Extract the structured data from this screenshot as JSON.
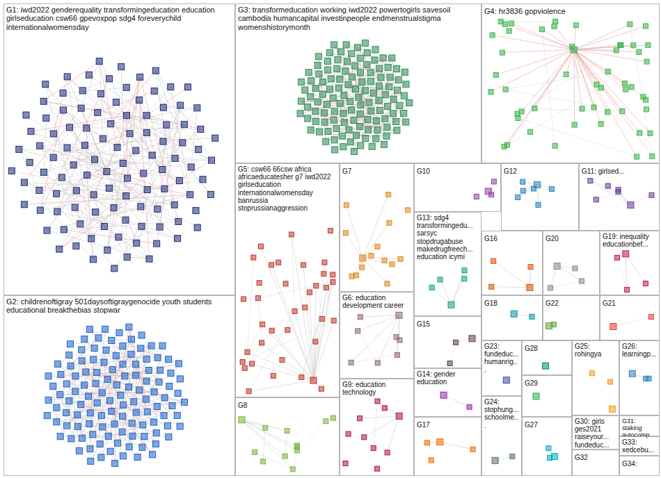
{
  "diagram": {
    "nodes": [
      {
        "text": [
          "G1: iwd2022 genderequality transformingeducation education girlseducation csw66 gpevoxpop sdg4 foreverychild internationalwomensday"
        ]
      },
      {
        "text": [
          "G3: transformeducation working iwd2022 powertogirls savesoil cambodia humancapital investinpeople endmenstrualstigma womenshistorymonth"
        ]
      },
      {
        "text": [
          "G4: hr3836 gopviolence"
        ]
      },
      {
        "text": [
          "G5: csw66 66csw africa africaeducatesher g7 iwd2022 girlseducation internationalwomensday banrussia stoprussianaggression"
        ]
      },
      {
        "text": [
          "G7"
        ]
      },
      {
        "text": [
          "G10"
        ]
      },
      {
        "text": [
          "G12"
        ]
      },
      {
        "text": [
          "G11: girlsed..."
        ]
      },
      {
        "text": [
          "G13: sdg4 transformingedu... sarsyc stopdrugabuse makedrugfreech... education icymi"
        ]
      },
      {
        "text": [
          "G16"
        ]
      },
      {
        "text": [
          "G20"
        ]
      },
      {
        "text": [
          "G19: inequality educationbef..."
        ]
      },
      {
        "text": [
          "G6: education development career"
        ]
      },
      {
        "text": [
          "G18"
        ]
      },
      {
        "text": [
          "G22"
        ]
      },
      {
        "text": [
          "G21"
        ]
      },
      {
        "text": [
          "G2: childrenoftigray 501daysoftigraygenocide youth students educational breakthebias stopwar"
        ]
      },
      {
        "text": [
          "G15"
        ]
      },
      {
        "text": [
          "G23: fundeduc... humanrig..."
        ]
      },
      {
        "text": [
          "G28"
        ]
      },
      {
        "text": [
          "G25: rohingya"
        ]
      },
      {
        "text": [
          "G26: learningp..."
        ]
      },
      {
        "text": [
          "G14: gender education"
        ]
      },
      {
        "text": [
          "G29"
        ]
      },
      {
        "text": [
          "G9: education technology"
        ]
      },
      {
        "text": [
          "G24: stophung... schoolme..."
        ]
      },
      {
        "text": [
          "G8"
        ]
      },
      {
        "text": [
          "G17"
        ]
      },
      {
        "text": [
          "G27"
        ]
      },
      {
        "text": [
          "G30: girls ges2021 raiseyour... fundeduc..."
        ]
      },
      {
        "text": [
          "G31: staking autocomp..."
        ]
      },
      {
        "text": [
          "G33: xedcebu..."
        ]
      },
      {
        "text": [
          "G32"
        ]
      },
      {
        "text": [
          "G34:"
        ]
      }
    ]
  }
}
